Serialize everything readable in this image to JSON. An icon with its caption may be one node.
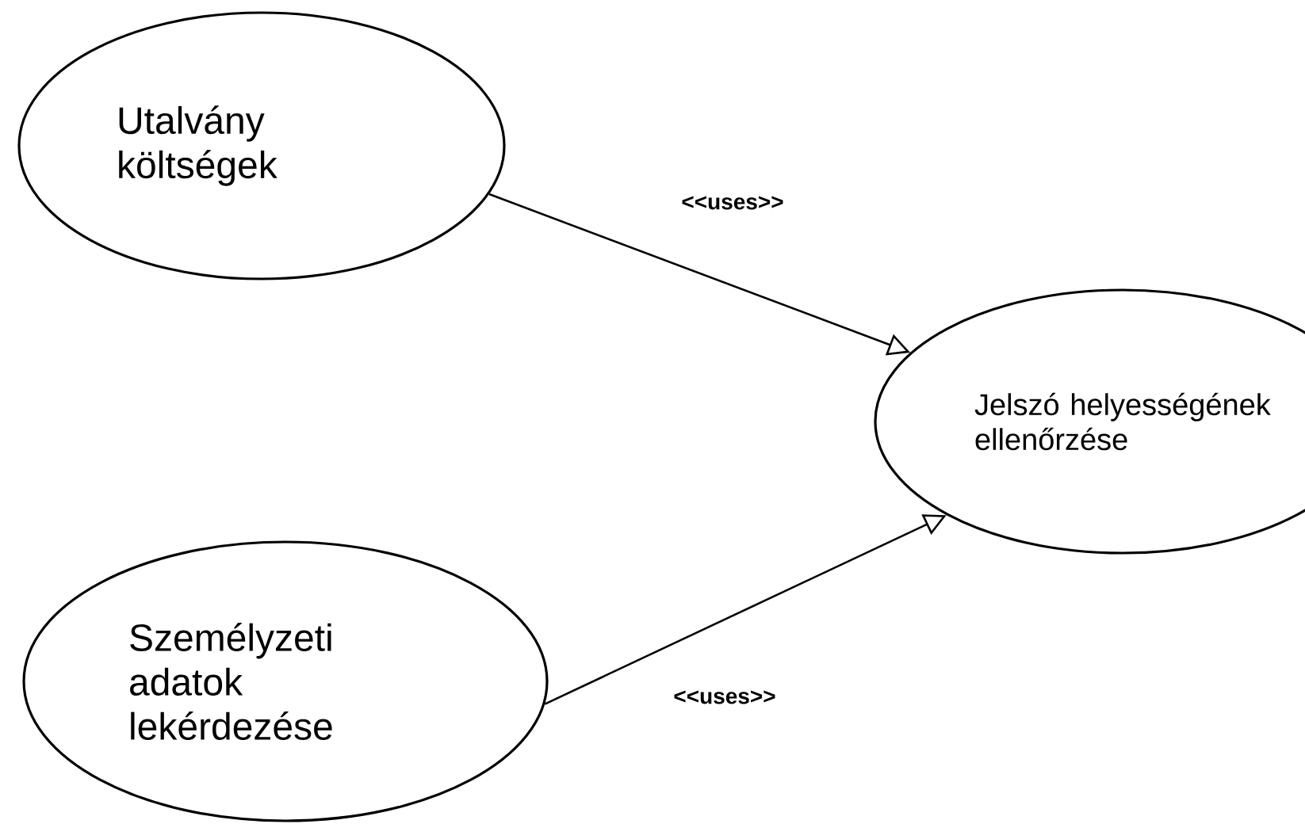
{
  "diagram": {
    "nodes": [
      {
        "text": [
          "Utalvány költségek"
        ]
      },
      {
        "text": [
          "Jelszó helyességének ellenőrzése"
        ]
      },
      {
        "text": [
          "Személyzeti adatok lekérdezése"
        ]
      }
    ],
    "edges": [
      {
        "from": 0,
        "to": 1,
        "arrow": "to",
        "label": "<<uses>>"
      },
      {
        "from": 2,
        "to": 1,
        "arrow": "to",
        "label": "<<uses>>"
      }
    ]
  }
}
